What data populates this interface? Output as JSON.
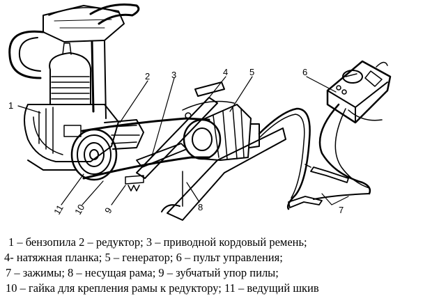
{
  "callouts": [
    {
      "id": "1",
      "label": "1"
    },
    {
      "id": "2",
      "label": "2"
    },
    {
      "id": "3",
      "label": "3"
    },
    {
      "id": "4",
      "label": "4"
    },
    {
      "id": "5",
      "label": "5"
    },
    {
      "id": "6",
      "label": "6"
    },
    {
      "id": "7",
      "label": "7"
    },
    {
      "id": "8",
      "label": "8"
    },
    {
      "id": "9",
      "label": "9"
    },
    {
      "id": "10",
      "label": "10"
    },
    {
      "id": "11",
      "label": "11"
    }
  ],
  "caption": {
    "line1": "1 – бензопила   2 – редуктор;    3 – приводной кордовый ремень;",
    "line2": "4- натяжная планка;        5 – генератор;       6 – пульт управления;",
    "line3": "7 – зажимы;       8 – несущая рама;      9 – зубчатый упор пилы;",
    "line4": "10 – гайка для крепления рамы к редуктору;     11 – ведущий шкив"
  }
}
